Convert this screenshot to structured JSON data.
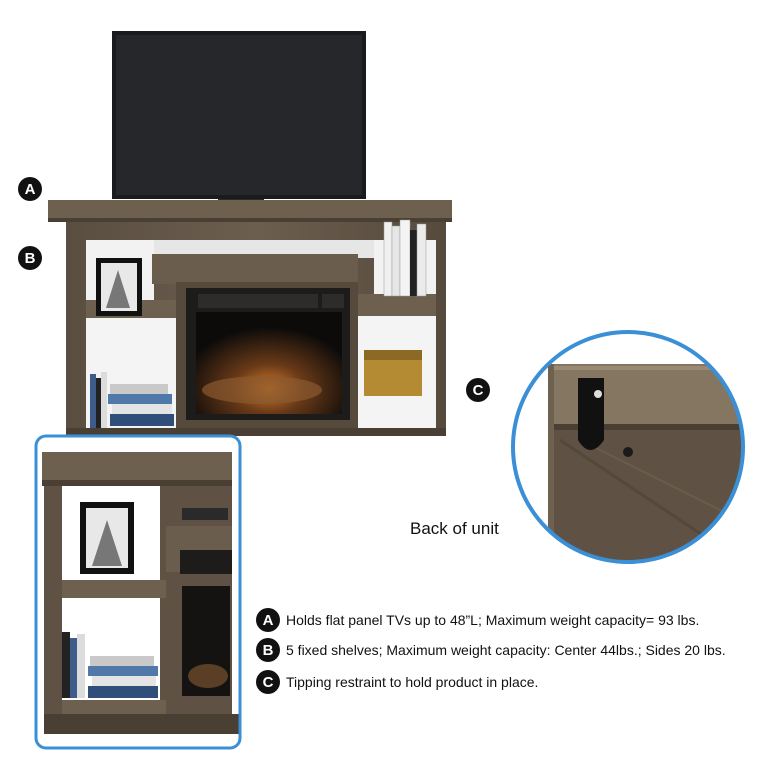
{
  "markers": {
    "a": "A",
    "b": "B",
    "c": "C"
  },
  "back_caption": "Back of unit",
  "features": [
    {
      "letter": "A",
      "text": "Holds flat panel TVs up to 48”L; Maximum weight capacity= 93 lbs."
    },
    {
      "letter": "B",
      "text": "5 fixed shelves; Maximum weight capacity: Center 44lbs.; Sides 20 lbs."
    },
    {
      "letter": "C",
      "text": "Tipping restraint to hold product in place."
    }
  ],
  "colors": {
    "wood": "#5e5244",
    "wood_dark": "#3f362c",
    "wood_light": "#7a6c5b",
    "highlight": "#3a8fd6"
  }
}
